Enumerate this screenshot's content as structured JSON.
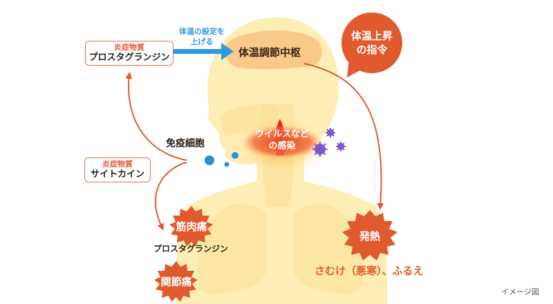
{
  "colors": {
    "body_fill": "#fce9a6",
    "body_inner": "#fbdc8a",
    "brain": "#f9c98a",
    "accent_orange": "#e05a2e",
    "arrow_blue": "#2d9be0",
    "immune_cell": "#2b8fd8",
    "virus": "#7d59c4",
    "infection_red": "#e8231b"
  },
  "diagram": {
    "box_prostaglandin": {
      "category": "炎症物質",
      "name": "プロスタグランジン"
    },
    "box_cytokine": {
      "category": "炎症物質",
      "name": "サイトカイン"
    },
    "blue_arrow_label": {
      "line1": "体温の設定を",
      "line2": "上げる"
    },
    "thermoregulation_center": "体温調節中枢",
    "speech_bubble": {
      "line1": "体温上昇",
      "line2": "の指令"
    },
    "immune_cells_label": "免疫細胞",
    "infection_label": {
      "line1": "ウイルスなど",
      "line2": "の感染"
    },
    "burst_muscle_pain": "筋肉痛",
    "prostaglandin_label": "プロスタグランジン",
    "burst_joint_pain": "関節痛",
    "burst_fever": "発熱",
    "chills_label": "さむけ（悪寒）、ふるえ",
    "caption": "イメージ図"
  }
}
